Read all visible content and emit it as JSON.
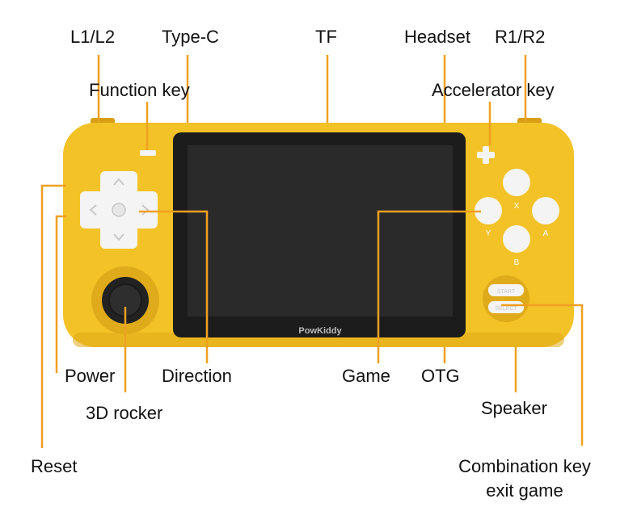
{
  "colors": {
    "body": "#f2c227",
    "body_shade": "#e0ab1a",
    "leader": "#f0a020",
    "screen_bezel": "#1c1c1c",
    "screen": "#2a2a2a",
    "button": "#f4f4f4",
    "button_glyph": "#c8c8c8",
    "stick": "#222222"
  },
  "device": {
    "brand": "PowKiddy",
    "face_buttons": [
      "X",
      "Y",
      "A",
      "B"
    ],
    "start_label": "START",
    "select_label": "SELECT"
  },
  "labels": {
    "l1_l2": "L1/L2",
    "type_c": "Type-C",
    "tf": "TF",
    "headset": "Headset",
    "r1_r2": "R1/R2",
    "function_key": "Function key",
    "accelerator_key": "Accelerator key",
    "power": "Power",
    "direction": "Direction",
    "game": "Game",
    "otg": "OTG",
    "rocker_3d": "3D rocker",
    "speaker": "Speaker",
    "reset": "Reset",
    "combination_key_1": "Combination key",
    "combination_key_2": "exit game"
  },
  "icons": [
    "dpad-up-arrow-icon",
    "dpad-down-arrow-icon",
    "dpad-left-arrow-icon",
    "dpad-right-arrow-icon",
    "plus-icon",
    "minus-icon"
  ]
}
